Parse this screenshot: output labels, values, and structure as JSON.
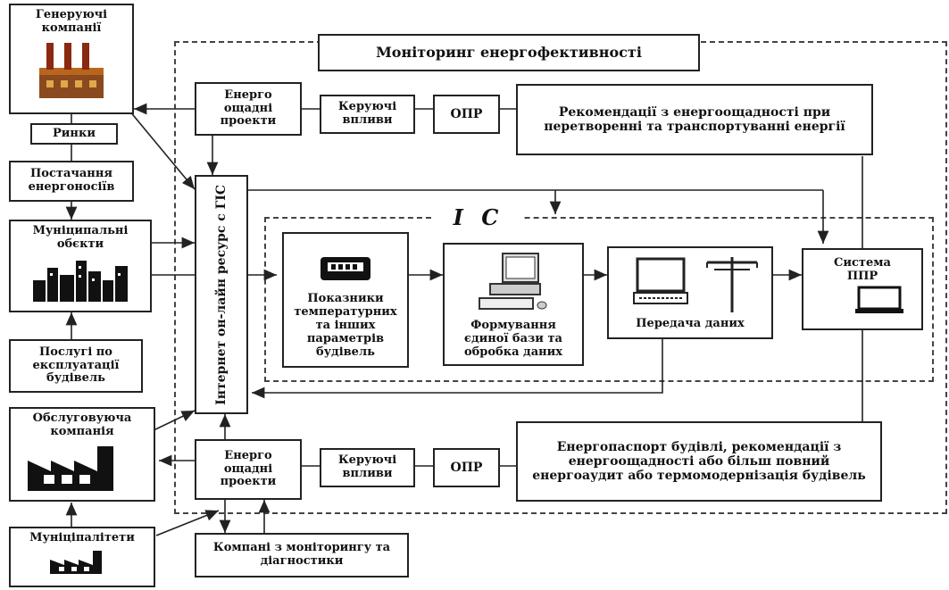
{
  "monitoring": {
    "title": "Моніторинг енергофективності"
  },
  "ic": {
    "title": "І С"
  },
  "left": {
    "generating": "Генеруючі компанії",
    "markets": "Ринки",
    "supply": "Постачання енергоносіїв",
    "municipal_objects": "Муніципальні обєкти",
    "services": "Послугі по експлуатації будівель",
    "service_company": "Обслуговуюча компанія",
    "municipalities": "Муніціпалітети"
  },
  "internet": {
    "label": "Інтернет он-лайн ресурс с ГІС"
  },
  "top_row": {
    "projects": "Енерго ощадні проекти",
    "influences": "Керуючі впливи",
    "opr": "ОПР",
    "recommendations": "Рекомендації з енергоощадності при перетворенні та транспортуванні енергії"
  },
  "ic_row": {
    "indicators": "Показники температурних та інших параметрів будівель",
    "database": "Формування єдиної бази та обробка даних",
    "transfer": "Передача даних",
    "system": "Система ППР"
  },
  "bottom_row": {
    "projects": "Енерго ощадні проекти",
    "influences": "Керуючі впливи",
    "opr": "ОПР",
    "passport": "Енергопаспорт будівлі, рекомендації з енергоощадності або більш повний енергоаудит або термомодернізація будівель",
    "monitoring_companies": "Компані з моніторингу та діагностики"
  }
}
